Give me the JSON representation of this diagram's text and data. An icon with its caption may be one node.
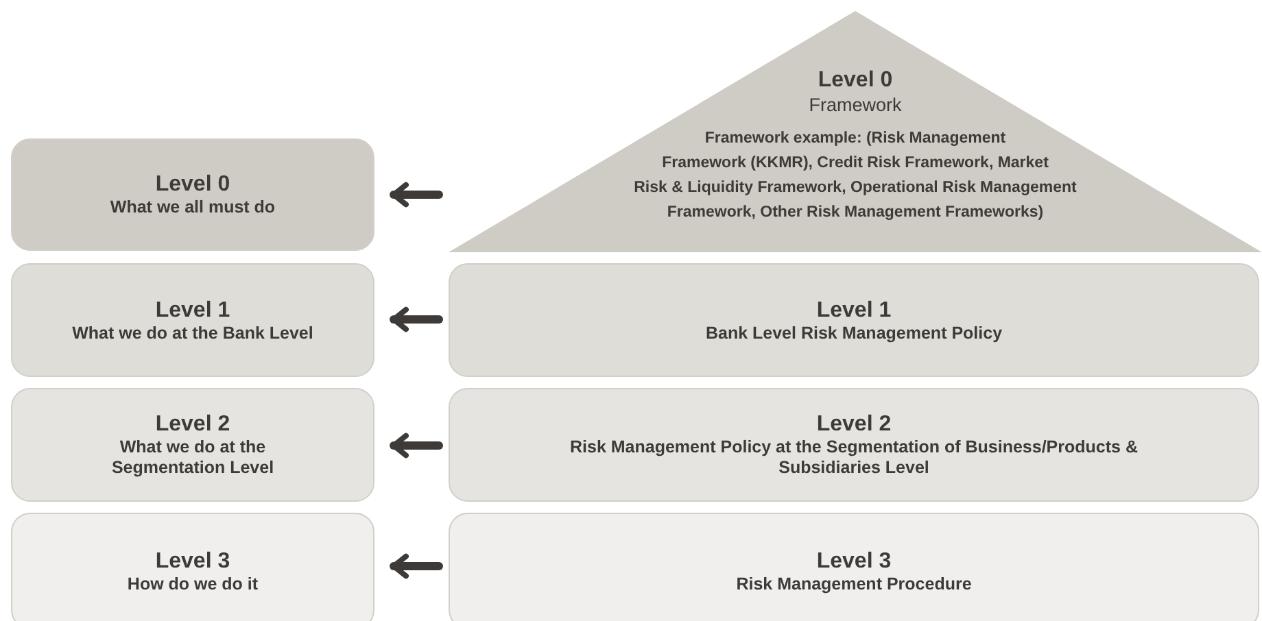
{
  "diagram": {
    "nodes": [
      {
        "text": [
          "Level 0",
          "Framework",
          "Framework example: (Risk Management Framework (KKMR), Credit Risk Framework, Market Risk & Liquidity Framework, Operational Risk Management Framework, Other Risk Management Frameworks)"
        ]
      },
      {
        "text": [
          "Level 0",
          "What we all must do"
        ]
      },
      {
        "text": [
          "Level 1",
          "Bank Level Risk Management Policy"
        ]
      },
      {
        "text": [
          "Level 1",
          "What we do at the Bank Level"
        ]
      },
      {
        "text": [
          "Level 2",
          "Risk Management Policy at the Segmentation of Business/Products & Subsidiaries Level"
        ]
      },
      {
        "text": [
          "Level 2",
          "What we do at the Segmentation Level"
        ]
      },
      {
        "text": [
          "Level 3",
          "Risk Management Procedure"
        ]
      },
      {
        "text": [
          "Level 3",
          "How do we do it"
        ]
      }
    ],
    "edges": [
      {
        "from": null,
        "to": 1,
        "arrow": "to"
      },
      {
        "from": 2,
        "to": 3,
        "arrow": "to"
      },
      {
        "from": 4,
        "to": 5,
        "arrow": "to"
      },
      {
        "from": 6,
        "to": 7,
        "arrow": "to"
      }
    ]
  }
}
